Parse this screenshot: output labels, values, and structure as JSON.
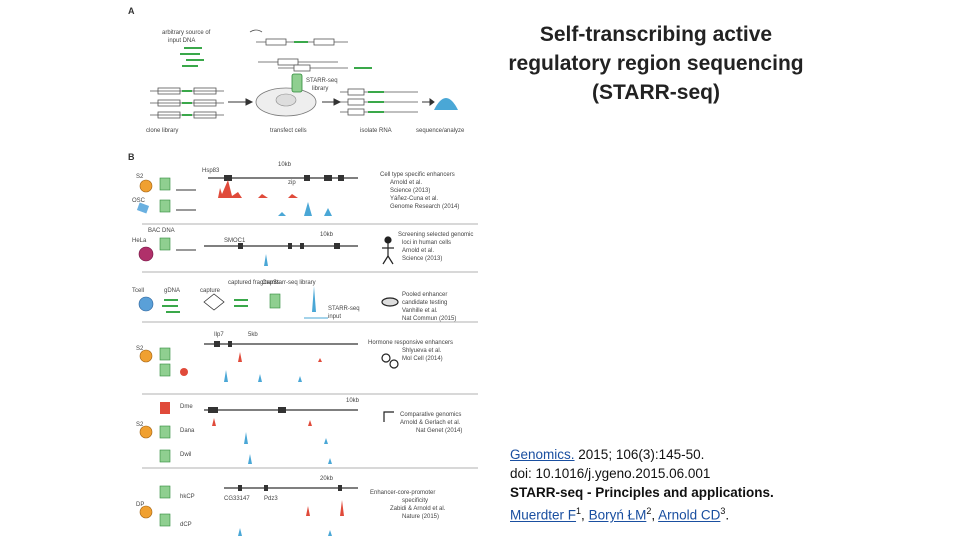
{
  "slide_title": [
    "Self-transcribing active",
    "regulatory region sequencing",
    "(STARR-seq)"
  ],
  "figure": {
    "panel_a": {
      "letter": "A",
      "source_label": [
        "arbitrary source of",
        "input DNA"
      ],
      "library_label": [
        "STARR-seq",
        "library"
      ],
      "steps": [
        "clone library",
        "transfect cells",
        "isolate RNA",
        "sequence/analyze"
      ]
    },
    "panel_b": {
      "letter": "B",
      "rows": [
        {
          "cells": [
            "S2",
            "OSC"
          ],
          "genes": [
            "Hsp83",
            "zip"
          ],
          "scale": "10kb",
          "annotation": [
            "Cell type specific enhancers",
            "Arnold et al.",
            "Science (2013)",
            "Yáñez-Cuna et al.",
            "Genome Research (2014)"
          ]
        },
        {
          "cells": [
            "HeLa"
          ],
          "input": "BAC DNA",
          "genes": [
            "SMOC1"
          ],
          "scale": "10kb",
          "annotation": [
            "Screening selected genomic",
            "loci in human cells",
            "Arnold et al.",
            "Science (2013)"
          ]
        },
        {
          "cells": [
            "Tcell"
          ],
          "input": "gDNA",
          "labels": [
            "capture",
            "captured fragments",
            "CapStarr-seq library",
            "STARR-seq",
            "input"
          ],
          "annotation": [
            "Pooled enhancer",
            "candidate testing",
            "Vanhille et al.",
            "Nat Commun (2015)"
          ]
        },
        {
          "cells": [
            "S2"
          ],
          "genes": [
            "Ilp7"
          ],
          "scale": "5kb",
          "annotation": [
            "Hormone responsive enhancers",
            "Shlyueva et al.",
            "Mol Cell (2014)"
          ]
        },
        {
          "cells": [
            "S2"
          ],
          "species": [
            "Dme",
            "Dana",
            "Dwil"
          ],
          "scale": "10kb",
          "annotation": [
            "Comparative genomics",
            "Arnold & Gerlach et al.",
            "Nat Genet (2014)"
          ]
        },
        {
          "cells": [
            "DP"
          ],
          "promoters": [
            "hkCP",
            "dCP"
          ],
          "genes": [
            "CG33147",
            "Pdz3"
          ],
          "scale": "20kb",
          "annotation": [
            "Enhancer-core-promoter",
            "specificity",
            "Zabidi & Arnold et al.",
            "Nature (2015)"
          ]
        }
      ]
    }
  },
  "reference": {
    "journal": "Genomics.",
    "citation": " 2015; 106(3):145-50.",
    "doi": "doi: 10.1016/j.ygeno.2015.06.001",
    "article_title": "STARR-seq - Principles and applications.",
    "authors": [
      {
        "name": "Muerdter F",
        "sup": "1"
      },
      {
        "name": "Boryń ŁM",
        "sup": "2"
      },
      {
        "name": "Arnold CD",
        "sup": "3"
      }
    ]
  },
  "colors": {
    "enhancer_red": "#e04a3a",
    "signal_blue": "#4aa7d6",
    "plasmid_green": "#3aa84a",
    "cell_orange": "#f0a030",
    "title_text": "#222222",
    "link": "#1a4fa0"
  }
}
